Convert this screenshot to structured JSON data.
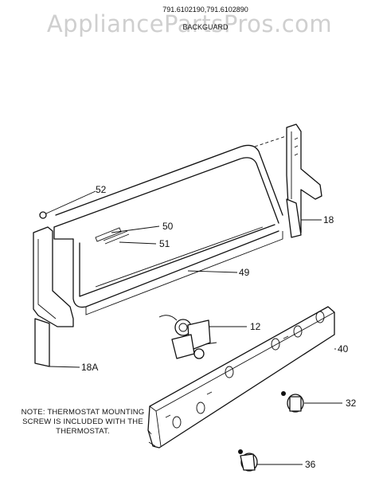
{
  "watermark": "AppliancePartsPros.com",
  "header": {
    "model_numbers": "791.6102190,791.6102890",
    "section": "BACKGUARD"
  },
  "parts": [
    {
      "id": "52",
      "label": "52"
    },
    {
      "id": "50",
      "label": "50"
    },
    {
      "id": "51",
      "label": "51"
    },
    {
      "id": "49",
      "label": "49"
    },
    {
      "id": "18",
      "label": "18"
    },
    {
      "id": "12",
      "label": "12"
    },
    {
      "id": "40",
      "label": "40"
    },
    {
      "id": "18A",
      "label": "18A"
    },
    {
      "id": "32",
      "label": "32"
    },
    {
      "id": "36",
      "label": "36"
    }
  ],
  "note": {
    "line1": "NOTE:  THERMOSTAT MOUNTING",
    "line2": "SCREW IS INCLUDED WITH THE",
    "line3": "THERMOSTAT."
  }
}
